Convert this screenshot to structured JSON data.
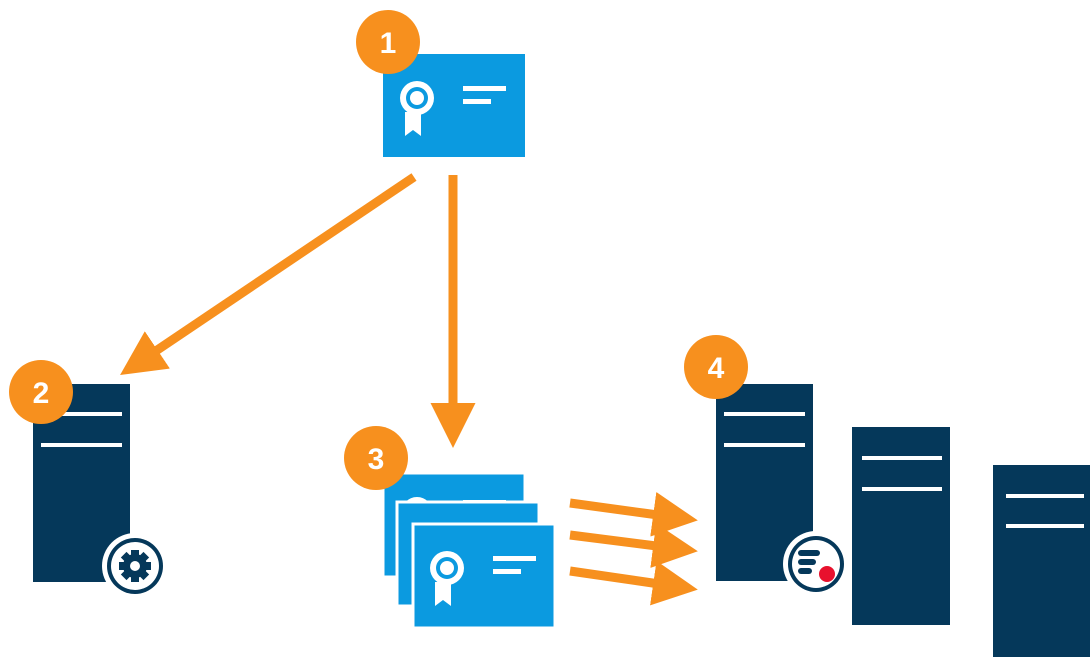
{
  "colors": {
    "accent": "#f7901e",
    "certificate": "#0b9ae0",
    "server": "#05385a",
    "background": "#ffffff",
    "status_red": "#e8112d"
  },
  "steps": [
    {
      "number": "1",
      "icon": "certificate-icon"
    },
    {
      "number": "2",
      "icon": "server-with-settings-icon"
    },
    {
      "number": "3",
      "icon": "certificate-stack-icon"
    },
    {
      "number": "4",
      "icon": "server-cluster-icon"
    }
  ],
  "arrows": [
    {
      "from": "1",
      "to": "2"
    },
    {
      "from": "1",
      "to": "3"
    },
    {
      "from": "3",
      "to": "4"
    },
    {
      "from": "3",
      "to": "4"
    },
    {
      "from": "3",
      "to": "4"
    }
  ]
}
